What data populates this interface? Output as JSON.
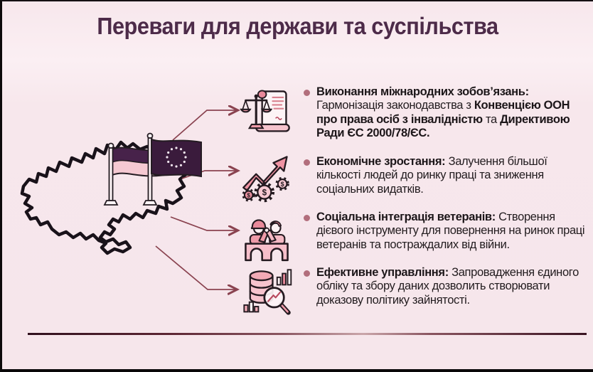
{
  "title": "Переваги для держави та суспільства",
  "bullets": [
    {
      "icon": "justice-scroll-icon",
      "parts": [
        {
          "text": "Виконання міжнародних зобов’язань:",
          "bold": true
        },
        {
          "text": " Гармонізація законодавства з ",
          "bold": false
        },
        {
          "text": "Конвенцією ООН про права осіб з інвалідністю",
          "bold": true
        },
        {
          "text": " та ",
          "bold": false
        },
        {
          "text": "Директивою Ради ЄС 2000/78/ЄС.",
          "bold": true
        }
      ]
    },
    {
      "icon": "economic-growth-icon",
      "parts": [
        {
          "text": "Економічне зростання:",
          "bold": true
        },
        {
          "text": " Залучення більшої кількості людей до ринку праці та зниження соціальних видатків.",
          "bold": false
        }
      ]
    },
    {
      "icon": "veterans-integration-icon",
      "parts": [
        {
          "text": "Соціальна інтеграція ветеранів:",
          "bold": true
        },
        {
          "text": " Створення дієвого інструменту для повернення на ринок праці ветеранів та постраждалих від війни.",
          "bold": false
        }
      ]
    },
    {
      "icon": "data-management-icon",
      "parts": [
        {
          "text": "Ефективне управління:",
          "bold": true
        },
        {
          "text": " Запровадження єдиного обліку та збору даних дозволить створювати доказову політику зайнятості.",
          "bold": false
        }
      ]
    }
  ],
  "graphic": {
    "map": "ukraine-map-outline",
    "flags": [
      "ukraine-flag",
      "eu-flag"
    ]
  },
  "colors": {
    "background": "#f7e7ec",
    "title": "#4d2b49",
    "body_text": "#221c1f",
    "bullet_dot": "#b26e7c",
    "arrow": "#8a4350",
    "map_outline": "#19121a",
    "flag_purple": "#3a1b3c",
    "flag_pink": "#f5c9d2",
    "icon_pink": "#ee9aa8",
    "divider_dark": "#30101d"
  }
}
